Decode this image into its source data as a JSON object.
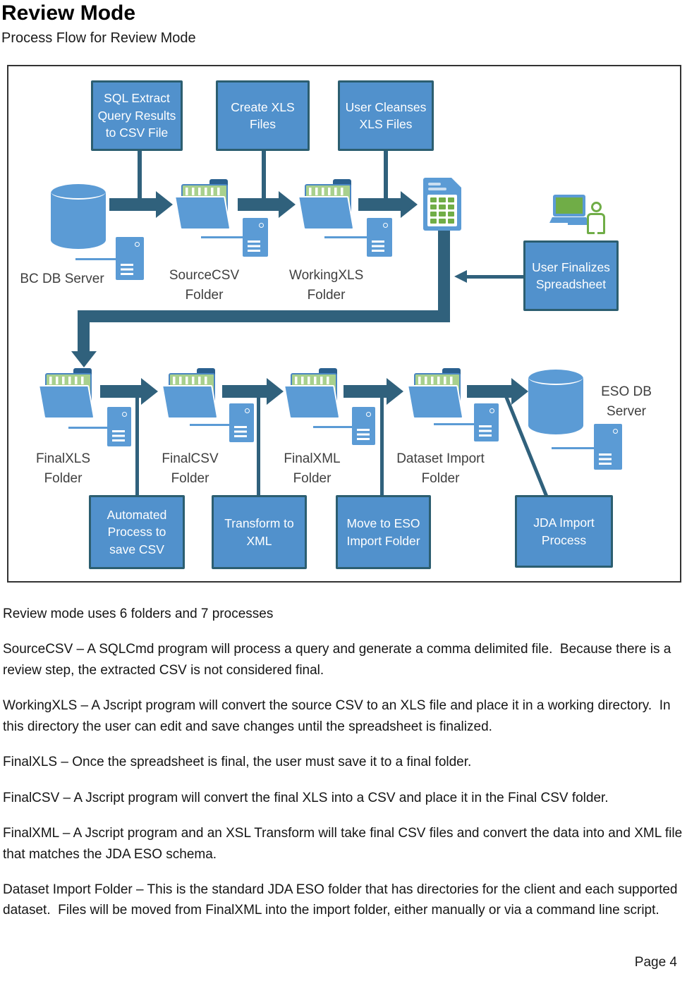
{
  "page": {
    "title": "Review Mode",
    "subtitle": "Process Flow for Review Mode",
    "page_number": "Page 4"
  },
  "diagram": {
    "boxes": {
      "sql_extract": "SQL Extract Query Results to CSV File",
      "create_xls": "Create XLS Files",
      "user_cleanses": "User Cleanses XLS Files",
      "user_finalizes": "User Finalizes Spreadsheet",
      "automated_process": "Automated Process to save CSV",
      "transform_to_xml": "Transform to XML",
      "move_to_eso": "Move to ESO Import Folder",
      "jda_import": "JDA Import Process"
    },
    "labels": {
      "bc_db_server": "BC DB Server",
      "sourcecsv_folder": "SourceCSV Folder",
      "workingxls_folder": "WorkingXLS Folder",
      "finalxls_folder": "FinalXLS Folder",
      "finalcsv_folder": "FinalCSV Folder",
      "finalxml_folder": "FinalXML Folder",
      "dataset_import_folder": "Dataset Import Folder",
      "eso_db_server": "ESO DB Server"
    },
    "icons": {
      "database": "cylinder-shape",
      "folder": "open-folder-with-file-shape",
      "server": "server-tower-shape",
      "spreadsheet": "grid-document-shape",
      "laptop": "laptop-shape",
      "user": "person-outline-shape",
      "flow_arrow": "block-arrow-shape"
    }
  },
  "colors": {
    "box_fill": "#5191CC",
    "box_border": "#2C5E70",
    "connector": "#30617C",
    "icon_blue": "#5B9BD5",
    "file_green": "#A8D08D",
    "icon_green": "#70AD47",
    "tab_navy": "#2A608F",
    "label_text": "#3F3F3F",
    "body_text": "#151515"
  },
  "paragraphs": [
    "Review mode uses 6 folders and 7 processes",
    "SourceCSV – A SQLCmd program will process a query and generate a comma delimited file.  Because there is a review step, the extracted CSV is not considered final.",
    "WorkingXLS – A Jscript program will convert the source CSV to an XLS file and place it in a working directory.  In this directory the user can edit and save changes until the spreadsheet is finalized.",
    "FinalXLS – Once the spreadsheet is final, the user must save it to a final folder.",
    "FinalCSV – A Jscript program will convert the final XLS into a CSV and place it in the Final CSV folder.",
    "FinalXML – A Jscript program and an XSL Transform will take final CSV files and convert the data into and XML file that matches the JDA ESO schema.",
    "Dataset Import Folder – This is the standard JDA ESO folder that has directories for the client and each supported dataset.  Files will be moved from FinalXML into the import folder, either manually or via a command line script."
  ]
}
